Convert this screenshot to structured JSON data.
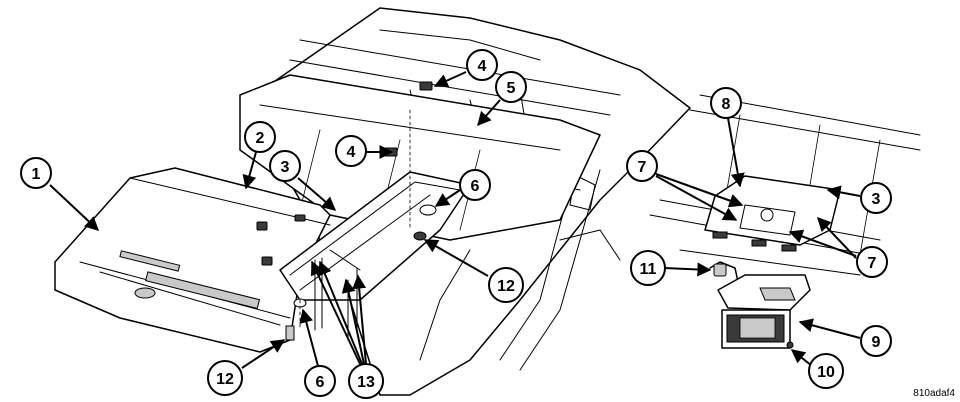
{
  "diagram_ref": "810adaf4",
  "callouts": [
    {
      "id": "c1",
      "label": "1"
    },
    {
      "id": "c2",
      "label": "2"
    },
    {
      "id": "c3a",
      "label": "3"
    },
    {
      "id": "c4a",
      "label": "4"
    },
    {
      "id": "c4b",
      "label": "4"
    },
    {
      "id": "c5",
      "label": "5"
    },
    {
      "id": "c6a",
      "label": "6"
    },
    {
      "id": "c6b",
      "label": "6"
    },
    {
      "id": "c12a",
      "label": "12"
    },
    {
      "id": "c12b",
      "label": "12"
    },
    {
      "id": "c13",
      "label": "13"
    },
    {
      "id": "c8",
      "label": "8"
    },
    {
      "id": "c7a",
      "label": "7"
    },
    {
      "id": "c3b",
      "label": "3"
    },
    {
      "id": "c7b",
      "label": "7"
    },
    {
      "id": "c11",
      "label": "11"
    },
    {
      "id": "c9",
      "label": "9"
    },
    {
      "id": "c10",
      "label": "10"
    }
  ]
}
